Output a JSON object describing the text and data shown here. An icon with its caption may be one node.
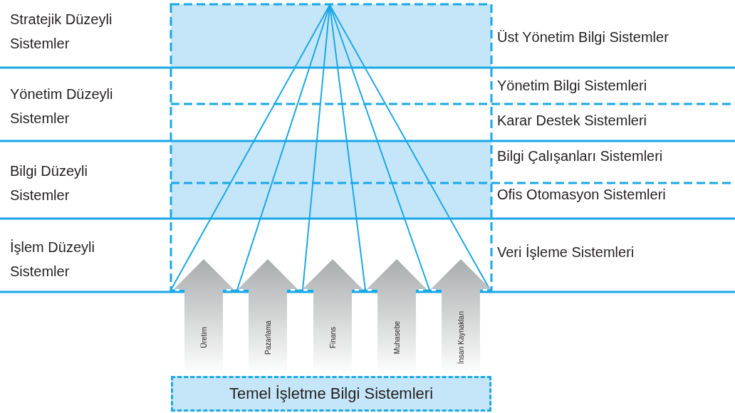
{
  "diagram": {
    "nodes": [
      {
        "text": [
          "Üretim"
        ]
      },
      {
        "text": [
          "Pazarlama"
        ]
      },
      {
        "text": [
          "Finans"
        ]
      },
      {
        "text": [
          "Muhasebe"
        ]
      },
      {
        "text": [
          "İnsan Kaynakları"
        ]
      },
      {
        "text": [
          "Temel İşletme Bilgi Sistemleri"
        ]
      }
    ],
    "labels": [
      "Stratejik Düzeyli Sistemler",
      "Üst Yönetim Bilgi Sistemler",
      "Yönetim Düzeyli Sistemler",
      "Yönetim Bilgi Sistemleri",
      "Karar Destek Sistemleri",
      "Bilgi Düzeyli Sistemler",
      "Bilgi Çalışanları Sistemleri",
      "Ofis Otomasyon Sistemleri",
      "İşlem Düzeyli Sistemler",
      "Veri İşleme Sistemleri"
    ]
  }
}
